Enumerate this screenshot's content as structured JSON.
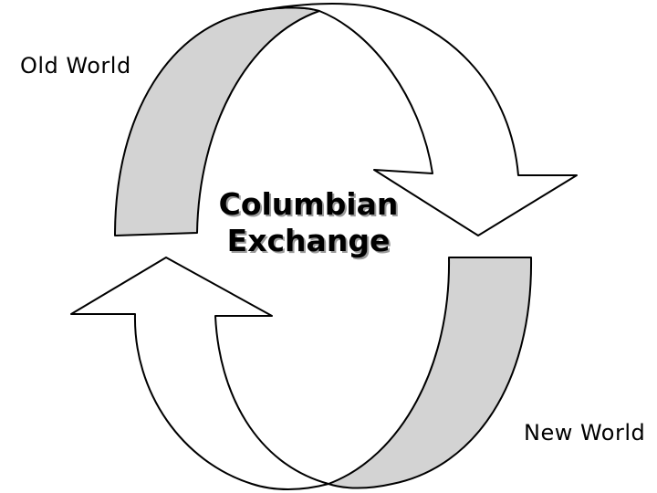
{
  "diagram": {
    "title_line1": "Columbian",
    "title_line2": "Exchange",
    "label_top_left": "Old World",
    "label_bottom_right": "New World",
    "colors": {
      "shaded_band": "#d3d3d3",
      "outline": "#000000",
      "background": "#ffffff"
    }
  }
}
